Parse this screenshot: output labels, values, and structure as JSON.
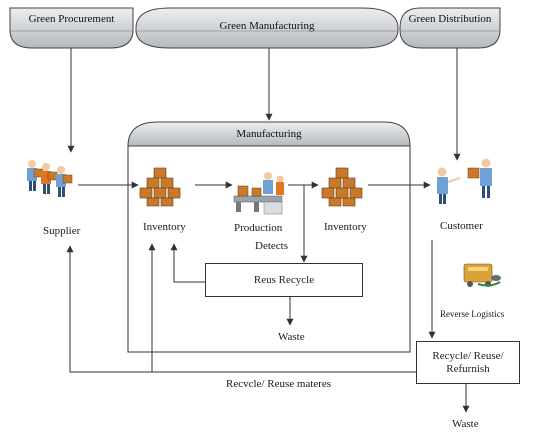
{
  "headers": {
    "green_procurement": "Green Procurement",
    "green_manufacturing": "Green Manufacturing",
    "green_distribution": "Green Distribution",
    "manufacturing": "Manufacturing"
  },
  "nodes": {
    "supplier": "Supplier",
    "inventory_in": "Inventory",
    "production": "Production",
    "inventory_out": "Inventory",
    "customer": "Customer",
    "detects": "Detects",
    "reus_recycle": "Reus Recycle",
    "waste_inner": "Waste",
    "reverse_logistics": "Reverse Logistics",
    "recycle_reuse_refurnish_line1": "Recycle/ Reuse/",
    "recycle_reuse_refurnish_line2": "Refurnish",
    "recycle_reuse_materes": "Recvcle/ Reuse materes",
    "waste_outer": "Waste"
  },
  "colors": {
    "header_fill": "#d9dbdf",
    "header_fill_dark": "#b9bcc1",
    "line": "#333333",
    "box_fill": "#e0e0e0",
    "figure_orange": "#e07820",
    "figure_blue": "#6fa0d6",
    "crate": "#c77a2c"
  },
  "icons": {
    "supplier": "workers-carrying-boxes-icon",
    "inventory": "stacked-boxes-icon",
    "production": "assembly-line-icon",
    "customer": "handover-box-icon",
    "reverse_logistics": "recycling-parts-icon"
  }
}
